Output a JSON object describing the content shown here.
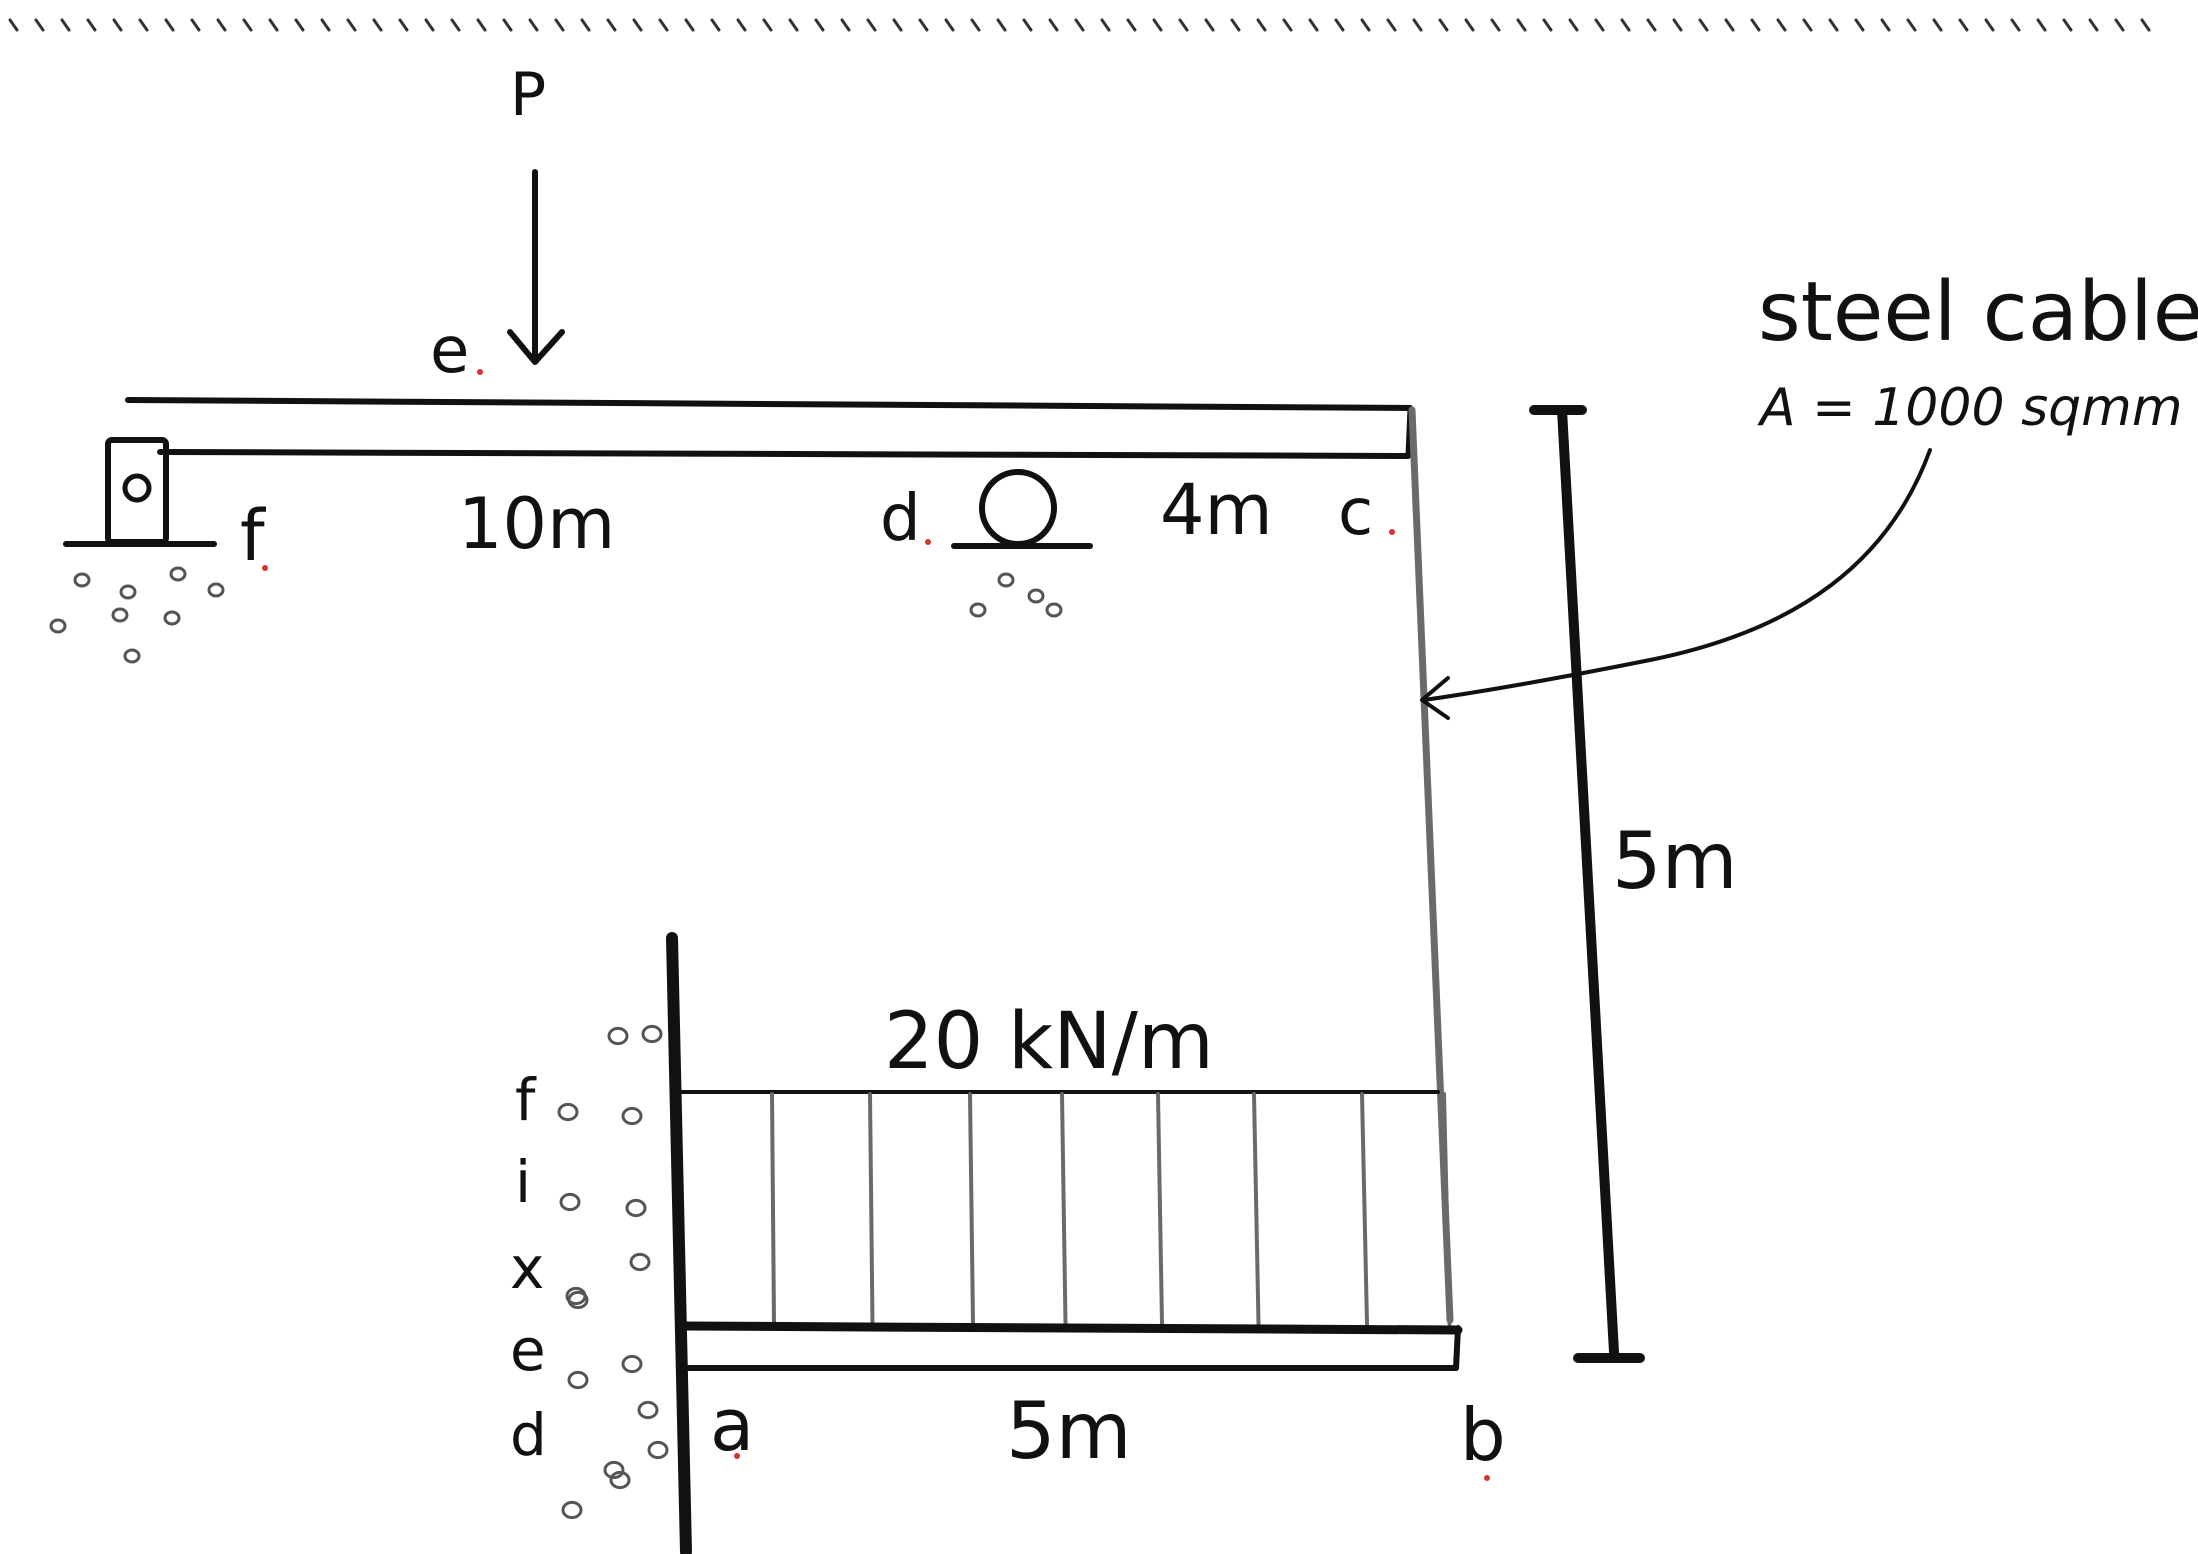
{
  "labels": {
    "load_p": "P",
    "point_e": "e",
    "point_f": "f",
    "point_d": "d",
    "point_c": "c",
    "point_a": "a",
    "point_b": "b",
    "span_fd": "10m",
    "span_dc": "4m",
    "span_ab": "5m",
    "height": "5m",
    "udl": "20 kN/m",
    "cable_title": "steel cable",
    "cable_area": "A = 1000 sqmm",
    "fixed_letters": [
      "f",
      "i",
      "x",
      "e",
      "d"
    ]
  },
  "colors": {
    "ink": "#111111",
    "cable": "#6a6a6a",
    "marker": "#d8342a"
  }
}
